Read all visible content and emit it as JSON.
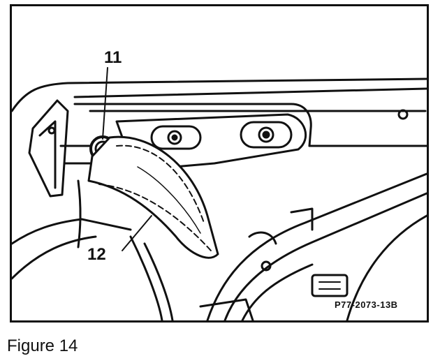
{
  "figure": {
    "callout_11": "11",
    "callout_12": "12",
    "reference_code": "P77-2073-13B",
    "caption": "Figure 14"
  },
  "colors": {
    "ink": "#111111",
    "paper": "#ffffff"
  }
}
